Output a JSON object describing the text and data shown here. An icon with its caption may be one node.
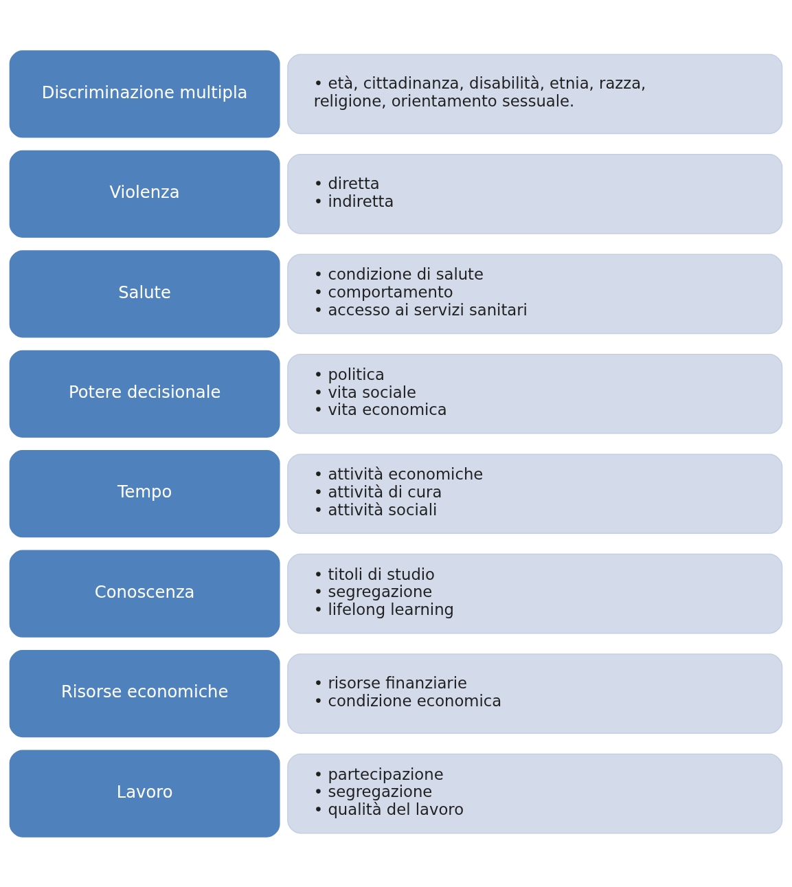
{
  "diagram": {
    "nodes": [
      {
        "text": [
          "Lavoro"
        ]
      },
      {
        "text": [
          "• partecipazione",
          "• segregazione",
          "• qualità del lavoro"
        ]
      },
      {
        "text": [
          "Risorse economiche"
        ]
      },
      {
        "text": [
          "• risorse finanziarie",
          "• condizione economica"
        ]
      },
      {
        "text": [
          "Conoscenza"
        ]
      },
      {
        "text": [
          "• titoli di studio",
          "• segregazione",
          "• lifelong learning"
        ]
      },
      {
        "text": [
          "Tempo"
        ]
      },
      {
        "text": [
          "• attività economiche",
          "• attività di cura",
          "• attività sociali"
        ]
      },
      {
        "text": [
          "Potere decisionale"
        ]
      },
      {
        "text": [
          "• politica",
          "• vita sociale",
          "• vita economica"
        ]
      },
      {
        "text": [
          "Salute"
        ]
      },
      {
        "text": [
          "• condizione di salute",
          "• comportamento",
          "• accesso ai servizi sanitari"
        ]
      },
      {
        "text": [
          "Violenza"
        ]
      },
      {
        "text": [
          "• diretta",
          "• indiretta"
        ]
      },
      {
        "text": [
          "Discriminazione multipla"
        ]
      },
      {
        "text": [
          "• età, cittadinanza, disabilità, etnia, razza, religione, orientamento sessuale."
        ]
      }
    ],
    "edges": []
  }
}
